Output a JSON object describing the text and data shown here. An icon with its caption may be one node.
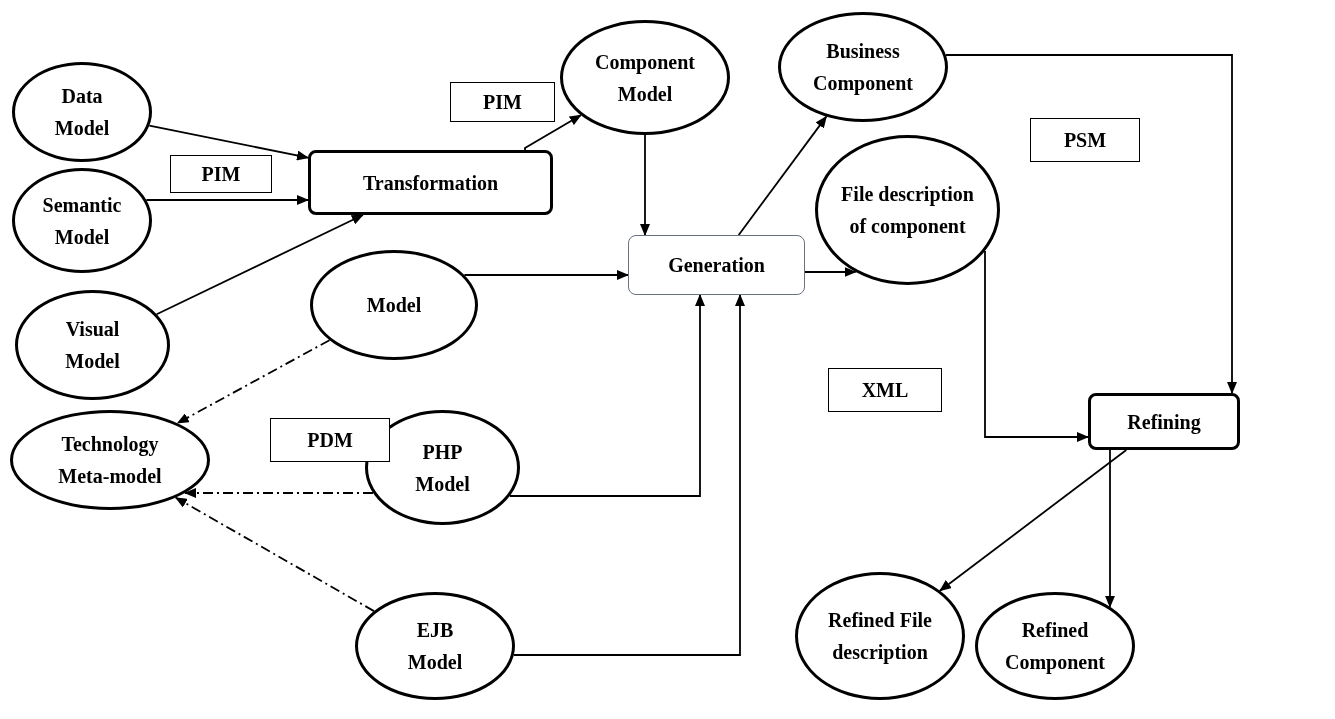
{
  "diagram": {
    "nodes": [
      {
        "text": [
          "Data Model"
        ]
      },
      {
        "text": [
          "Semantic Model"
        ]
      },
      {
        "text": [
          "Visual Model"
        ]
      },
      {
        "text": [
          "Transformation"
        ]
      },
      {
        "text": [
          "Component Model"
        ]
      },
      {
        "text": [
          "Business Component"
        ]
      },
      {
        "text": [
          "Generation"
        ]
      },
      {
        "text": [
          "Model"
        ]
      },
      {
        "text": [
          "File description of component"
        ]
      },
      {
        "text": [
          "Refining"
        ]
      },
      {
        "text": [
          "Technology Meta-model"
        ]
      },
      {
        "text": [
          "PHP Model"
        ]
      },
      {
        "text": [
          "EJB Model"
        ]
      },
      {
        "text": [
          "Refined File description"
        ]
      },
      {
        "text": [
          "Refined Component"
        ]
      },
      {
        "text": [
          "PIM"
        ]
      },
      {
        "text": [
          "PIM"
        ]
      },
      {
        "text": [
          "PSM"
        ]
      },
      {
        "text": [
          "XML"
        ]
      },
      {
        "text": [
          "PDM"
        ]
      }
    ],
    "edges": [
      {
        "from": 0,
        "to": 3,
        "arrow": "to"
      },
      {
        "from": 1,
        "to": 3,
        "arrow": "to"
      },
      {
        "from": 2,
        "to": 3,
        "arrow": "to"
      },
      {
        "from": 3,
        "to": 4,
        "arrow": "to"
      },
      {
        "from": 4,
        "to": 6,
        "arrow": "to"
      },
      {
        "from": 7,
        "to": 6,
        "arrow": "to"
      },
      {
        "from": 11,
        "to": 6,
        "arrow": "to"
      },
      {
        "from": 12,
        "to": 6,
        "arrow": "to"
      },
      {
        "from": 6,
        "to": 5,
        "arrow": "to"
      },
      {
        "from": 6,
        "to": 8,
        "arrow": "to"
      },
      {
        "from": 8,
        "to": 9,
        "arrow": "to"
      },
      {
        "from": 5,
        "to": 9,
        "arrow": "to"
      },
      {
        "from": 9,
        "to": 13,
        "arrow": "to"
      },
      {
        "from": 9,
        "to": 14,
        "arrow": "to"
      },
      {
        "from": 7,
        "to": 10,
        "arrow": "to",
        "style": "dashed"
      },
      {
        "from": 11,
        "to": 10,
        "arrow": "to",
        "style": "dashed"
      },
      {
        "from": 12,
        "to": 10,
        "arrow": "to",
        "style": "dashed"
      }
    ]
  }
}
